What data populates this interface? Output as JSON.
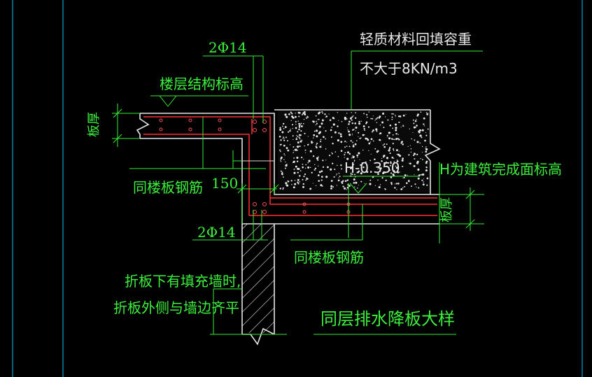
{
  "drawing": {
    "colors": {
      "background": "#000000",
      "frame": "#00a8c8",
      "dimension": "#33ee33",
      "rebar": "#ff3030",
      "slab": "#dddddd",
      "leader": "#33ee33"
    },
    "labels": {
      "rebar_top": "2Φ14",
      "rebar_bottom": "2Φ14",
      "floor_elev": "楼层结构标高",
      "fill_line1": "轻质材料回填容重",
      "fill_line2": "不大于8KN/m3",
      "slab_thick_left": "板厚",
      "slab_thick_right": "板厚",
      "same_rebar_left": "同楼板钢筋",
      "dim_150": "150",
      "elev_h": "H-0.350",
      "h_note": "H为建筑完成面标高",
      "same_rebar_right": "同楼板钢筋",
      "wall_note1": "折板下有填充墙时,",
      "wall_note2": "折板外侧与墙边齐平",
      "title": "同层排水降板大样"
    }
  }
}
